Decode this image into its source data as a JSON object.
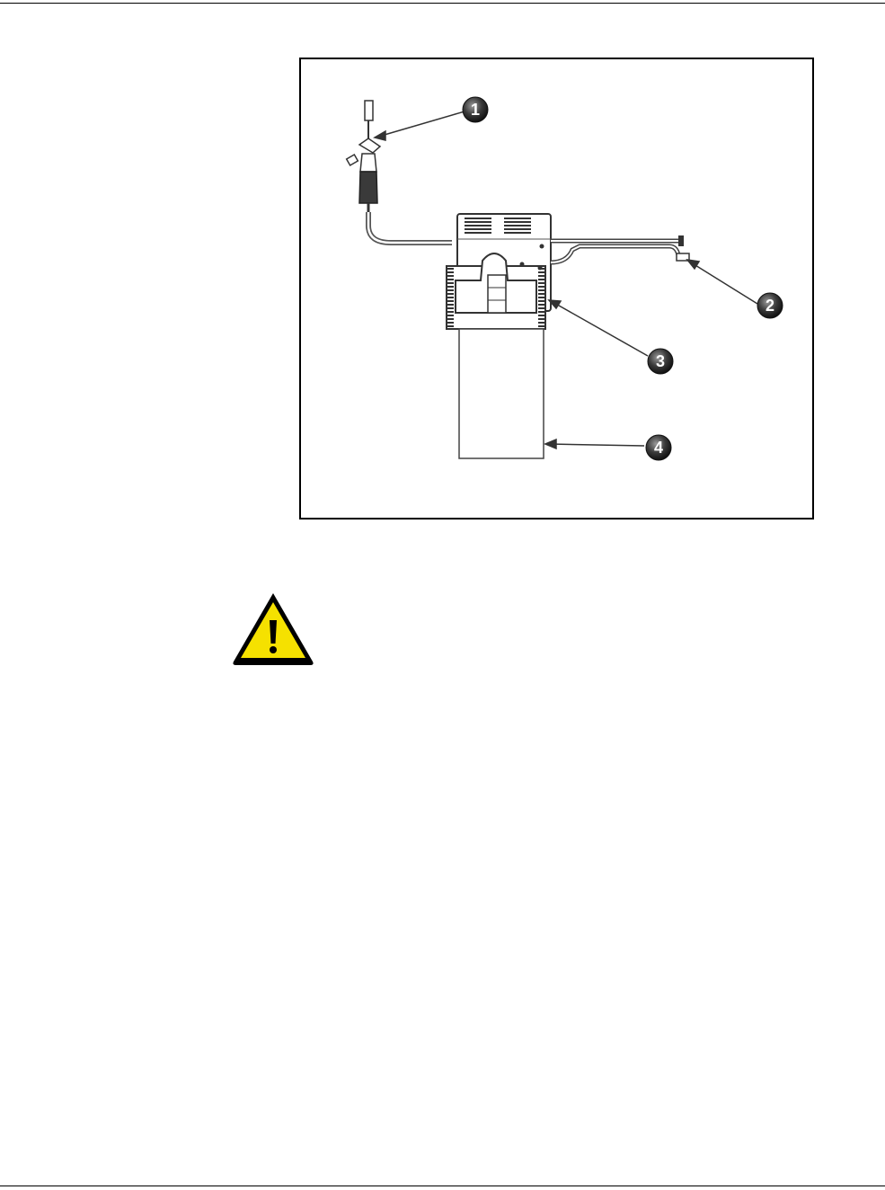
{
  "figure": {
    "callouts": [
      {
        "label": "1"
      },
      {
        "label": "2"
      },
      {
        "label": "3"
      },
      {
        "label": "4"
      }
    ]
  },
  "warning": {
    "icon": "warning-triangle-icon",
    "fill_color": "#f5e100",
    "stroke_color": "#000000"
  }
}
